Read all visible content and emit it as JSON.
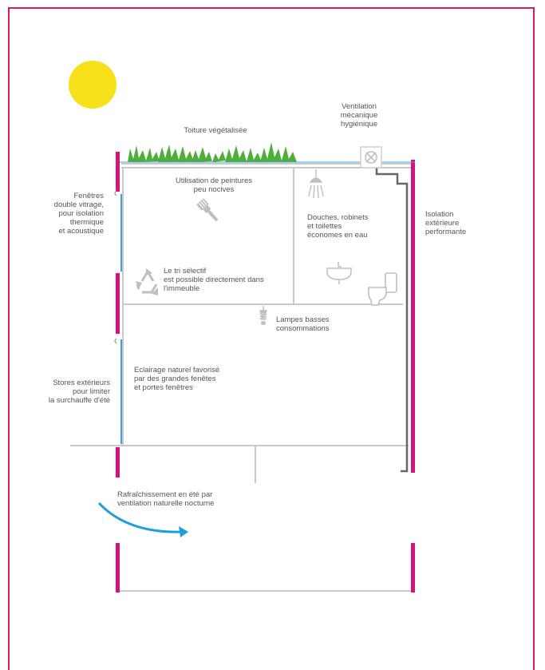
{
  "colors": {
    "frame": "#e0195c",
    "wall": "#d4147a",
    "window": "#3ba3e0",
    "sun": "#f7e01a",
    "grass": "#4fae3a",
    "structure": "#c9c9c9",
    "pipe": "#666666",
    "arrow": "#1e9fdc",
    "icon": "#bfbfbf",
    "text": "#555555"
  },
  "labels": {
    "roof": "Toiture végétalisée",
    "ventilation": [
      "Ventilation",
      "mécanique",
      "hygiénique"
    ],
    "windows": [
      "Fenêtres",
      "double vitrage,",
      "pour isolation",
      "thermique",
      "et acoustique"
    ],
    "paints": [
      "Utilisation de peintures",
      "peu nocives"
    ],
    "water": [
      "Douches, robinets",
      "et toilettes",
      "économes en eau"
    ],
    "insulation": [
      "Isolation",
      "extérieure",
      "performante"
    ],
    "sorting": [
      "Le tri sélectif",
      "est possible directement dans",
      "l'immeuble"
    ],
    "lamps": [
      "Lampes basses",
      "consommations"
    ],
    "daylight": [
      "Eclairage naturel favorisé",
      "par des grandes fenêtes",
      "et portes fenêtres"
    ],
    "blinds": [
      "Stores extérieurs",
      "pour limiter",
      "la surchauffe d'été"
    ],
    "night_cooling": [
      "Rafraîchissement en été par",
      "ventilation naturelle nocturne"
    ]
  },
  "icons": {
    "sun": "sun-icon",
    "grass": "grass-icon",
    "fan": "fan-icon",
    "brush": "paint-brush-icon",
    "shower": "shower-icon",
    "recycle": "recycle-icon",
    "sink": "sink-icon",
    "toilet": "toilet-icon",
    "lamp": "lamp-icon",
    "arrow": "airflow-arrow-icon"
  }
}
